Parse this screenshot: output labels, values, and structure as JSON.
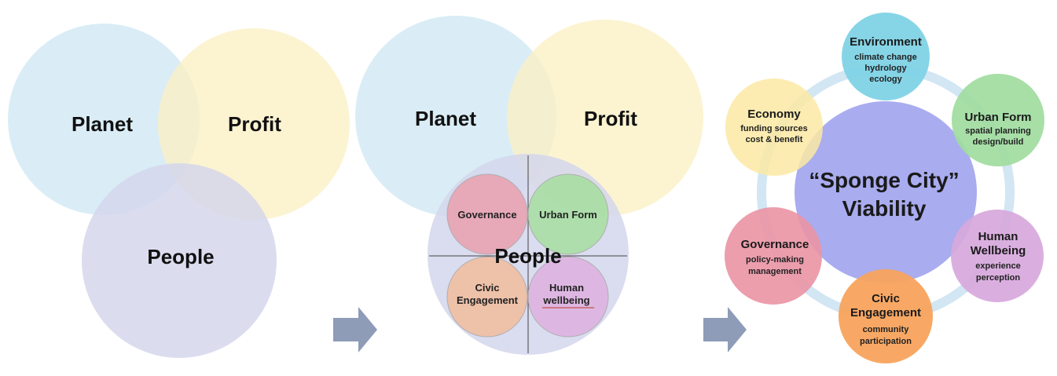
{
  "panel1": {
    "planet": "Planet",
    "profit": "Profit",
    "people": "People"
  },
  "panel2": {
    "planet": "Planet",
    "profit": "Profit",
    "people": "People",
    "governance": "Governance",
    "urban_form": "Urban Form",
    "civic_line1": "Civic",
    "civic_line2": "Engagement",
    "human_line1": "Human",
    "human_line2": "wellbeing"
  },
  "panel3": {
    "center_line1": "“Sponge City”",
    "center_line2": "Viability",
    "environment": {
      "title": "Environment",
      "l1": "climate change",
      "l2": "hydrology",
      "l3": "ecology"
    },
    "urban_form": {
      "title": "Urban Form",
      "l1": "spatial planning",
      "l2": "design/build"
    },
    "human": {
      "title1": "Human",
      "title2": "Wellbeing",
      "l1": "experience",
      "l2": "perception"
    },
    "civic": {
      "title1": "Civic",
      "title2": "Engagement",
      "l1": "community",
      "l2": "participation"
    },
    "governance": {
      "title": "Governance",
      "l1": "policy-making",
      "l2": "management"
    },
    "economy": {
      "title": "Economy",
      "l1": "funding sources",
      "l2": "cost & benefit"
    }
  },
  "colors": {
    "planet": "#cfe8f3",
    "profit": "#fbefc4",
    "people": "#d3d6ec",
    "environment": "#7fd3e6",
    "urban_form": "#9fdc9f",
    "human_wellbeing": "#d7a8dc",
    "civic_engagement": "#f8a35c",
    "governance": "#ea93a4",
    "economy": "#fbe9a3",
    "center": "#a9acef",
    "arrow": "#8e9cb8"
  }
}
